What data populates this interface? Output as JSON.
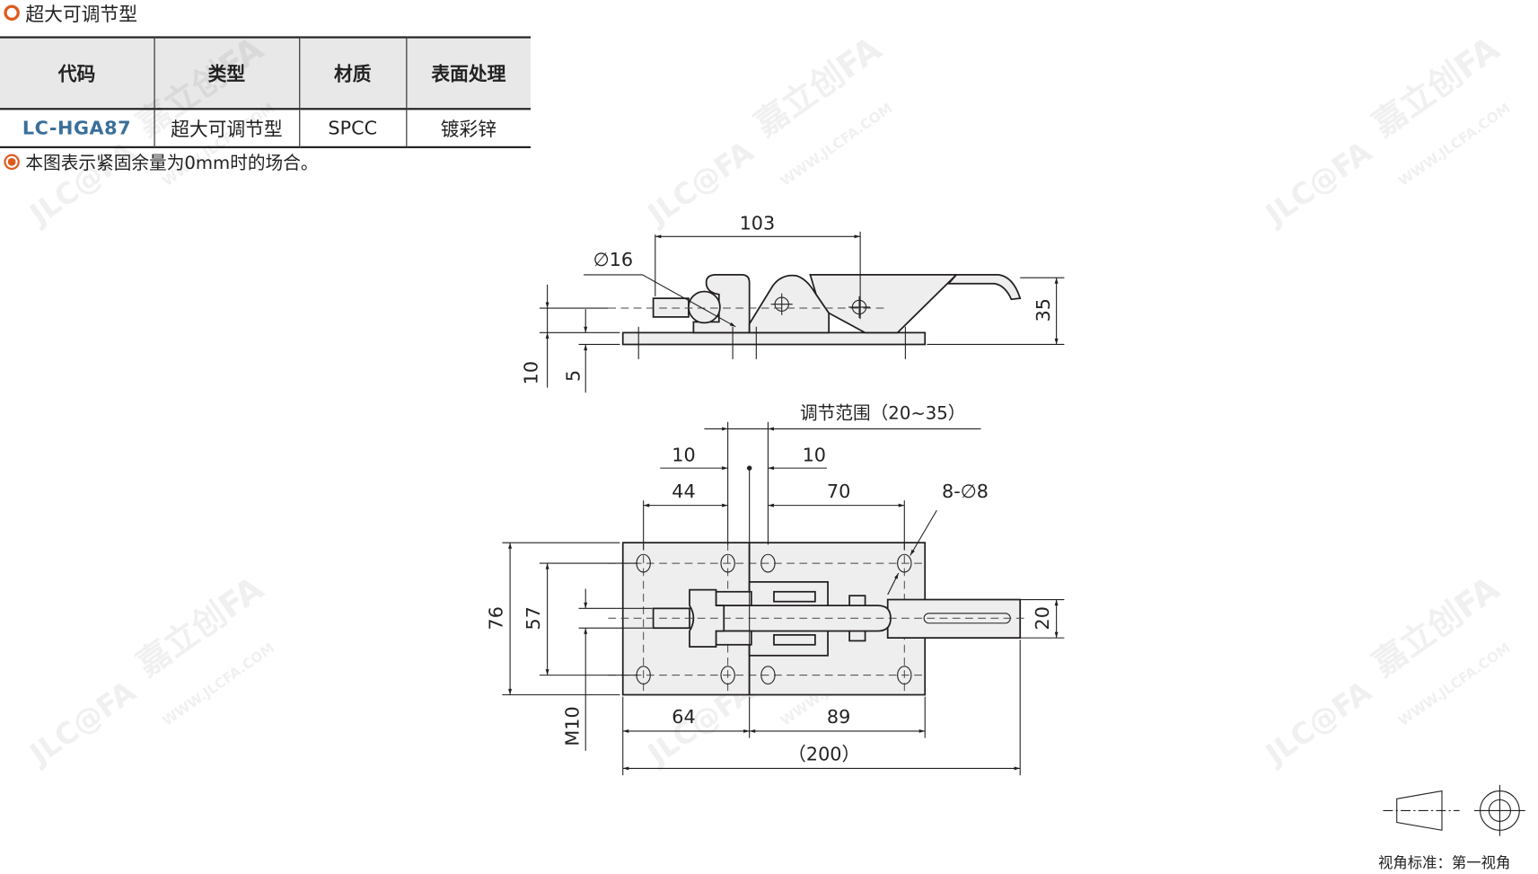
{
  "header": {
    "title": "超大可调节型"
  },
  "table": {
    "headers": [
      "代码",
      "类型",
      "材质",
      "表面处理"
    ],
    "rows": [
      [
        "LC-HGA87",
        "超大可调节型",
        "SPCC",
        "镀彩锌"
      ]
    ]
  },
  "note": "本图表示紧固余量为0mm时的场合。",
  "side_view": {
    "dim_103": "103",
    "dia_16": "∅16",
    "dim_35": "35",
    "dim_10": "10",
    "dim_5": "5"
  },
  "top_view": {
    "adjust_range": "调节范围（20~35）",
    "dim_10_left": "10",
    "dim_10_right": "10",
    "dim_44": "44",
    "dim_70": "70",
    "holes": "8-∅8",
    "dim_76": "76",
    "dim_57": "57",
    "dim_20": "20",
    "dim_m10": "M10",
    "dim_64": "64",
    "dim_89": "89",
    "dim_200": "（200）"
  },
  "projection": {
    "label": "视角标准：第一视角"
  },
  "watermark": {
    "logo": "JLC@FA",
    "brand": "嘉立创FA",
    "url": "WWW.JLCFA.COM"
  },
  "colors": {
    "accent": "#e05a1c",
    "code_text": "#3a6f9a",
    "header_bg": "#e8e8e8"
  }
}
